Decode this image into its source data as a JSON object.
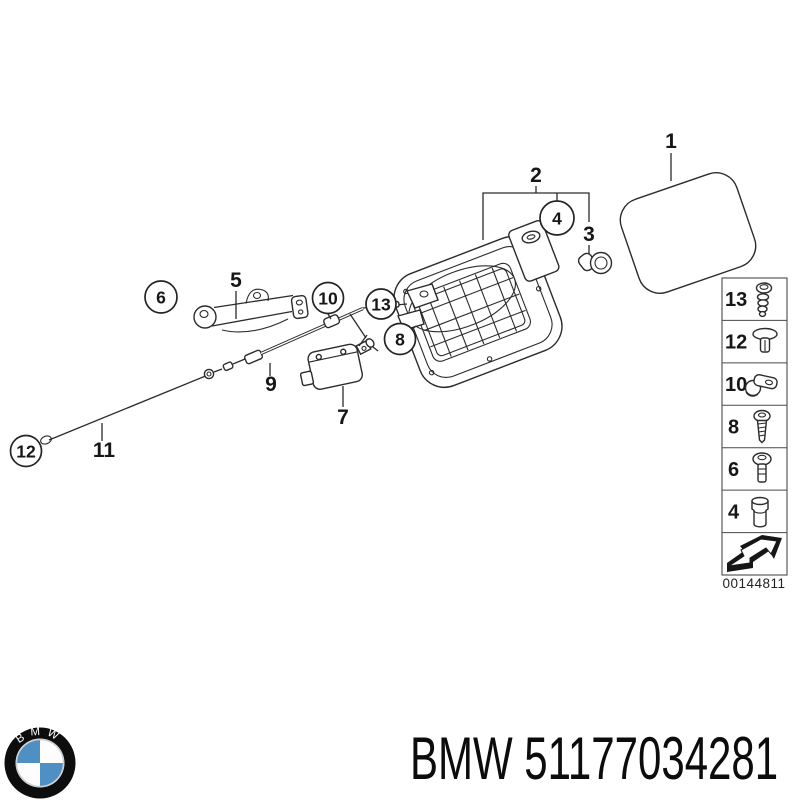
{
  "figure": {
    "type": "exploded-parts-diagram",
    "description": "Fuel filler flap assembly exploded view",
    "callouts_plain": [
      {
        "label": "1"
      },
      {
        "label": "2"
      },
      {
        "label": "3"
      },
      {
        "label": "5"
      },
      {
        "label": "7"
      },
      {
        "label": "9"
      },
      {
        "label": "11"
      }
    ],
    "callouts_circled": [
      {
        "label": "4"
      },
      {
        "label": "6"
      },
      {
        "label": "8"
      },
      {
        "label": "10"
      },
      {
        "label": "12"
      },
      {
        "label": "13"
      }
    ],
    "legend": {
      "items": [
        {
          "label": "13",
          "icon": "tapping-screw-icon"
        },
        {
          "label": "12",
          "icon": "expansion-rivet-icon"
        },
        {
          "label": "10",
          "icon": "cable-clip-icon"
        },
        {
          "label": "8",
          "icon": "pan-head-screw-icon"
        },
        {
          "label": "6",
          "icon": "machine-screw-icon"
        },
        {
          "label": "4",
          "icon": "spacer-bush-icon"
        }
      ],
      "direction_icon": "assembly-direction-arrow-icon",
      "drawing_number": "00144811"
    }
  },
  "brand": {
    "logo_letters": "BMW",
    "title": "BMW 51177034281"
  },
  "colors": {
    "line": "#2b2b2b",
    "text": "#111111",
    "logo_blue": "#4e8fc4",
    "logo_black": "#0d0d0d"
  }
}
